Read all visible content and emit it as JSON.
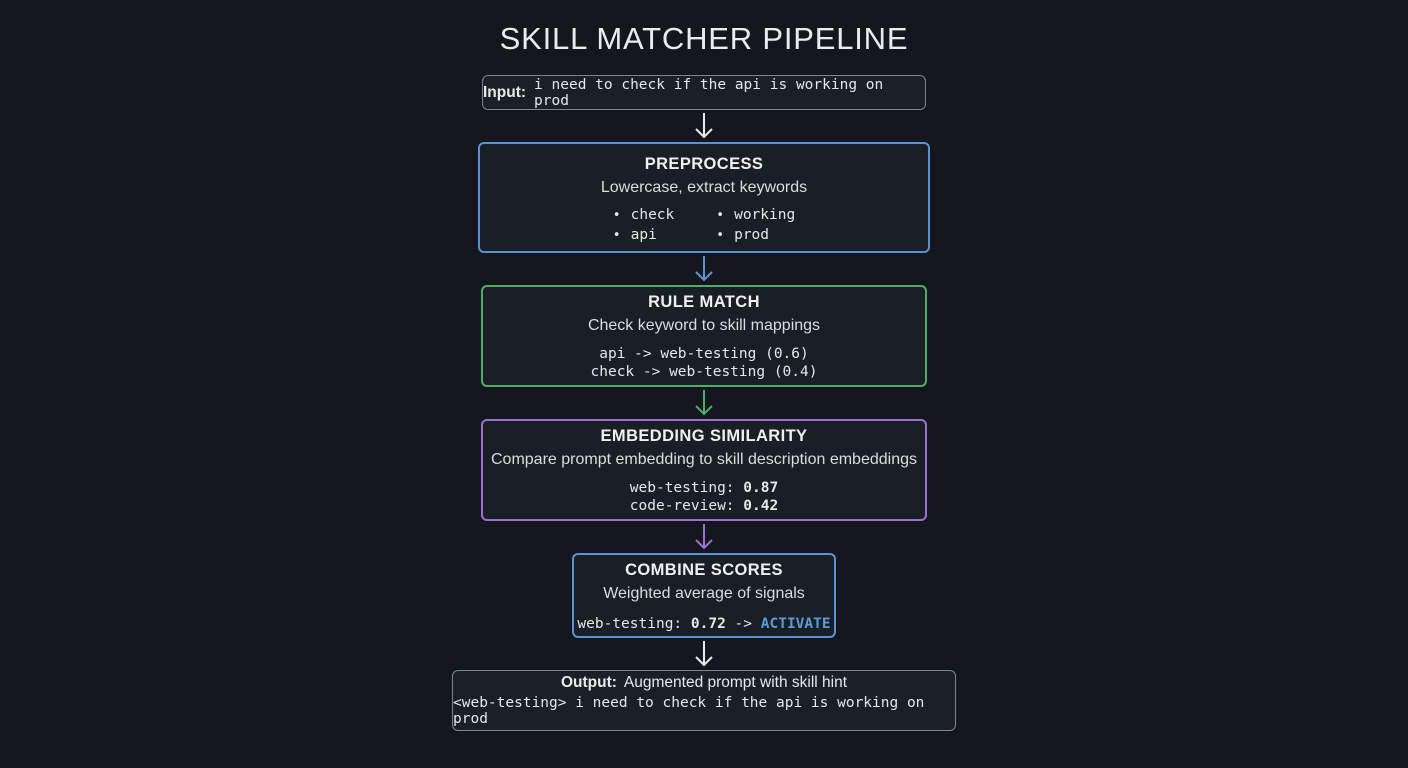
{
  "title": "SKILL MATCHER PIPELINE",
  "colors": {
    "background": "#14171d",
    "box_fill": "#1a1e25",
    "blue_accent": "#5c92d4",
    "green_accent": "#4fad68",
    "purple_accent": "#9d6fd2",
    "gray_border": "#7d8591",
    "activate_text": "#5c9bd9",
    "text": "#e9ebee"
  },
  "input_box": {
    "label": "Input:",
    "text": "i need to check if the api is working on prod"
  },
  "stages": {
    "preprocess": {
      "title": "PREPROCESS",
      "subtitle": "Lowercase, extract keywords",
      "accent": "#5c92d4",
      "keywords": [
        "check",
        "working",
        "api",
        "prod"
      ]
    },
    "rule_match": {
      "title": "RULE MATCH",
      "subtitle": "Check keyword to skill mappings",
      "accent": "#4fad68",
      "mappings": [
        "api -> web-testing (0.6)",
        "check -> web-testing (0.4)"
      ]
    },
    "embedding": {
      "title": "EMBEDDING SIMILARITY",
      "subtitle": "Compare prompt embedding to skill description embeddings",
      "accent": "#9d6fd2",
      "scores": [
        {
          "label": "web-testing:",
          "value": "0.87"
        },
        {
          "label": "code-review:",
          "value": "0.42"
        }
      ]
    },
    "combine": {
      "title": "COMBINE SCORES",
      "subtitle": "Weighted average of signals",
      "accent": "#5c92d4",
      "result": {
        "label": "web-testing:",
        "value": "0.72",
        "arrow": "->",
        "action": "ACTIVATE"
      }
    }
  },
  "output_box": {
    "label": "Output:",
    "text": "Augmented prompt with skill hint",
    "code": "<web-testing> i need to check if the api is working on prod"
  },
  "flow_arrows": [
    {
      "from": "input",
      "to": "preprocess",
      "color": "#e9ebee"
    },
    {
      "from": "preprocess",
      "to": "rule_match",
      "color": "#5c92d4"
    },
    {
      "from": "rule_match",
      "to": "embedding",
      "color": "#4fad68"
    },
    {
      "from": "embedding",
      "to": "combine",
      "color": "#9d6fd2"
    },
    {
      "from": "combine",
      "to": "output",
      "color": "#e9ebee"
    }
  ]
}
